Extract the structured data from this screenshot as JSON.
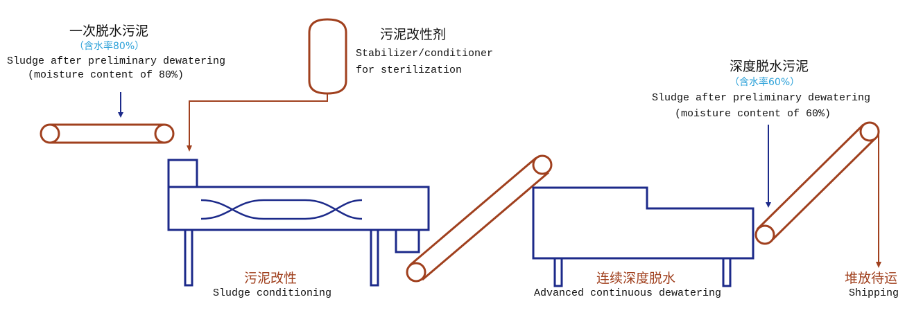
{
  "colors": {
    "machine": "#1c2a8a",
    "conveyor": "#a0401e",
    "label_red": "#a0401e",
    "moisture": "#2aa0d8"
  },
  "labels": {
    "input_sludge": {
      "zh": "一次脱水污泥",
      "moisture": "（含水率80%）",
      "en_line1": "Sludge after preliminary dewatering",
      "en_line2": "(moisture content of 80%)"
    },
    "stabilizer": {
      "zh": "污泥改性剂",
      "en_line1": "Stabilizer/conditioner",
      "en_line2": "for sterilization"
    },
    "output_sludge": {
      "zh": "深度脱水污泥",
      "moisture": "（含水率60%）",
      "en_line1": "Sludge after preliminary dewatering",
      "en_line2": "(moisture content of 60%)"
    },
    "conditioning": {
      "zh": "污泥改性",
      "en": "Sludge conditioning"
    },
    "dewatering": {
      "zh": "连续深度脱水",
      "en": "Advanced continuous dewatering"
    },
    "shipping": {
      "zh": "堆放待运",
      "en": "Shipping"
    }
  }
}
